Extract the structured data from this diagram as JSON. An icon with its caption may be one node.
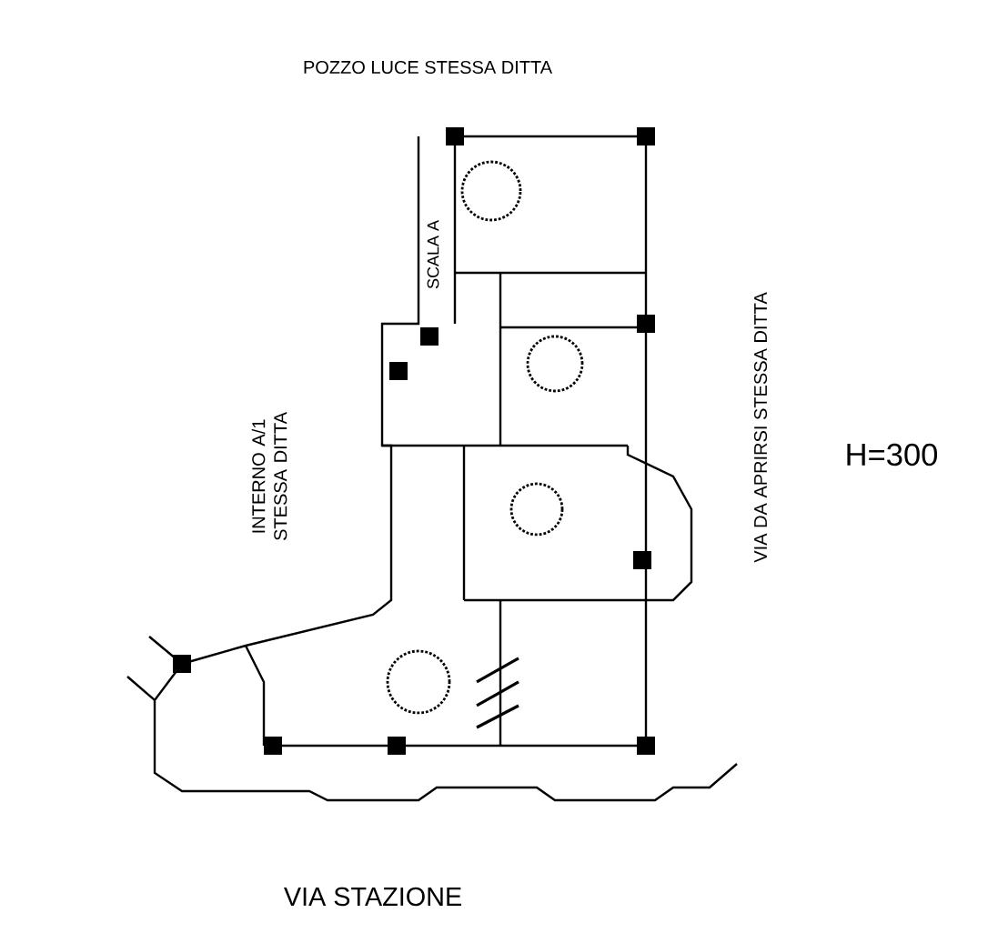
{
  "diagram": {
    "labels": [
      "POZZO LUCE STESSA DITTA",
      "SCALA A",
      "VIA DA APRIRSI STESSA DITTA",
      "H=300",
      "INTERNO A/1 STESSA DITTA",
      "VIA STAZIONE"
    ]
  }
}
